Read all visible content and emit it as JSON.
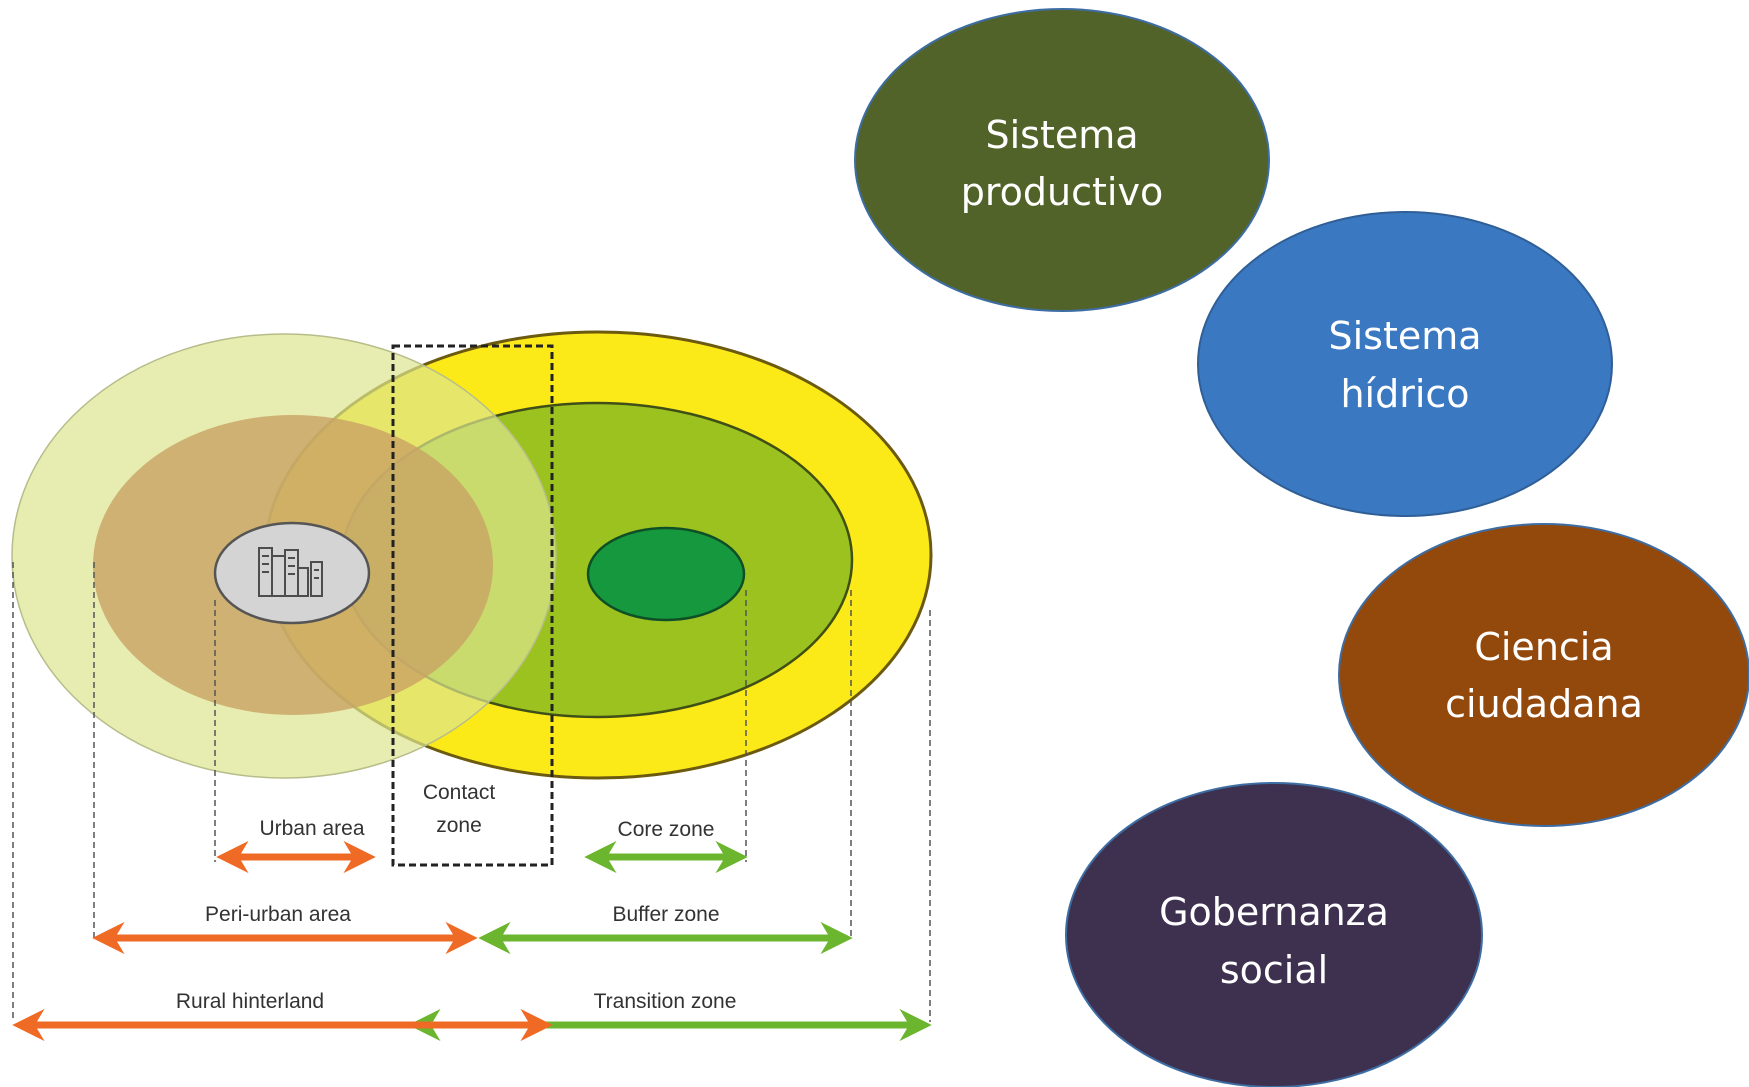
{
  "diagram": {
    "labels": {
      "contact_zone_line1": "Contact",
      "contact_zone_line2": "zone",
      "urban_area": "Urban area",
      "core_zone": "Core zone",
      "peri_urban_area": "Peri-urban area",
      "buffer_zone": "Buffer zone",
      "rural_hinterland": "Rural hinterland",
      "transition_zone": "Transition zone"
    },
    "colors": {
      "outer_left": "#dde68f",
      "mid_left": "#c9a264",
      "inner_left": "#d4d4d4",
      "outer_right": "#fbea17",
      "mid_right": "#9cc21f",
      "inner_right": "#16983f",
      "arrow_orange": "#ef6a25",
      "arrow_green": "#6cb52f"
    }
  },
  "bubbles": [
    {
      "line1": "Sistema",
      "line2": "productivo",
      "color": "#52632a"
    },
    {
      "line1": "Sistema",
      "line2": "hídrico",
      "color": "#3a78c2"
    },
    {
      "line1": "Ciencia",
      "line2": "ciudadana",
      "color": "#93480c"
    },
    {
      "line1": "Gobernanza",
      "line2": "social",
      "color": "#3e3150"
    }
  ]
}
